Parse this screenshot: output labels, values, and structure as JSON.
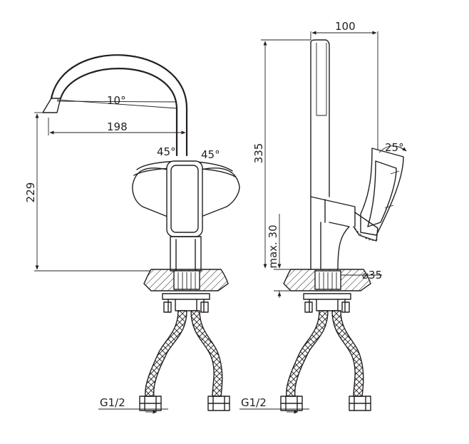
{
  "dimensions": {
    "spout_angle": "10°",
    "reach": "198",
    "height_total": "229",
    "lever_angle_left": "45°",
    "lever_angle_right": "45°",
    "side_depth": "100",
    "side_height": "335",
    "lever_tilt": "25°",
    "mount_thickness": "max. 30",
    "hole_diameter": "⌀35",
    "thread_left": "G1/2",
    "thread_right": "G1/2"
  }
}
